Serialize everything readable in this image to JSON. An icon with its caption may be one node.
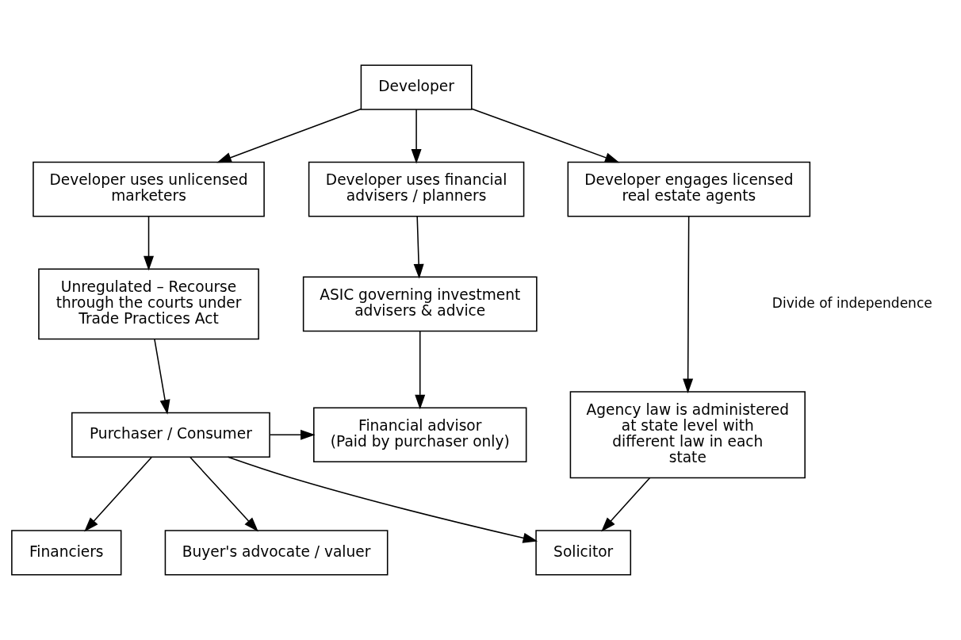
{
  "diagram": {
    "nodes": [
      {
        "text": [
          "Developer"
        ]
      },
      {
        "text": [
          "Developer uses financial advisers / planners"
        ]
      },
      {
        "text": [
          "Developer uses unlicensed marketers"
        ]
      },
      {
        "text": [
          "Developer engages licensed real estate agents"
        ]
      },
      {
        "text": [
          "ASIC governing investment advisers & advice"
        ]
      },
      {
        "text": [
          "Unregulated – Recourse through the courts under Trade Practices Act"
        ]
      },
      {
        "text": [
          "Agency law is administered at state level with different law in each state"
        ]
      },
      {
        "text": [
          "Financial advisor",
          "(Paid by purchaser only)"
        ]
      },
      {
        "text": [
          "Purchaser / Consumer"
        ]
      },
      {
        "text": [
          "Solicitor"
        ]
      },
      {
        "text": [
          "Financiers"
        ]
      },
      {
        "text": [
          "Buyer's advocate / valuer"
        ]
      }
    ],
    "edges": [
      {
        "from": 0,
        "to": 1,
        "arrow": "to"
      },
      {
        "from": 0,
        "to": 2,
        "arrow": "to"
      },
      {
        "from": 0,
        "to": 3,
        "arrow": "to"
      },
      {
        "from": 1,
        "to": 4,
        "arrow": "to"
      },
      {
        "from": 2,
        "to": 5,
        "arrow": "to"
      },
      {
        "from": 3,
        "to": 6,
        "arrow": "to"
      },
      {
        "from": 4,
        "to": 7,
        "arrow": "to"
      },
      {
        "from": 5,
        "to": 8,
        "arrow": "to"
      },
      {
        "from": 6,
        "to": 9,
        "arrow": "to"
      },
      {
        "from": 8,
        "to": 7,
        "arrow": "to"
      },
      {
        "from": 8,
        "to": 9,
        "arrow": "to"
      },
      {
        "from": 8,
        "to": 10,
        "arrow": "to"
      },
      {
        "from": 8,
        "to": 11,
        "arrow": "to"
      }
    ],
    "labels": [
      "Divide of independence"
    ]
  }
}
